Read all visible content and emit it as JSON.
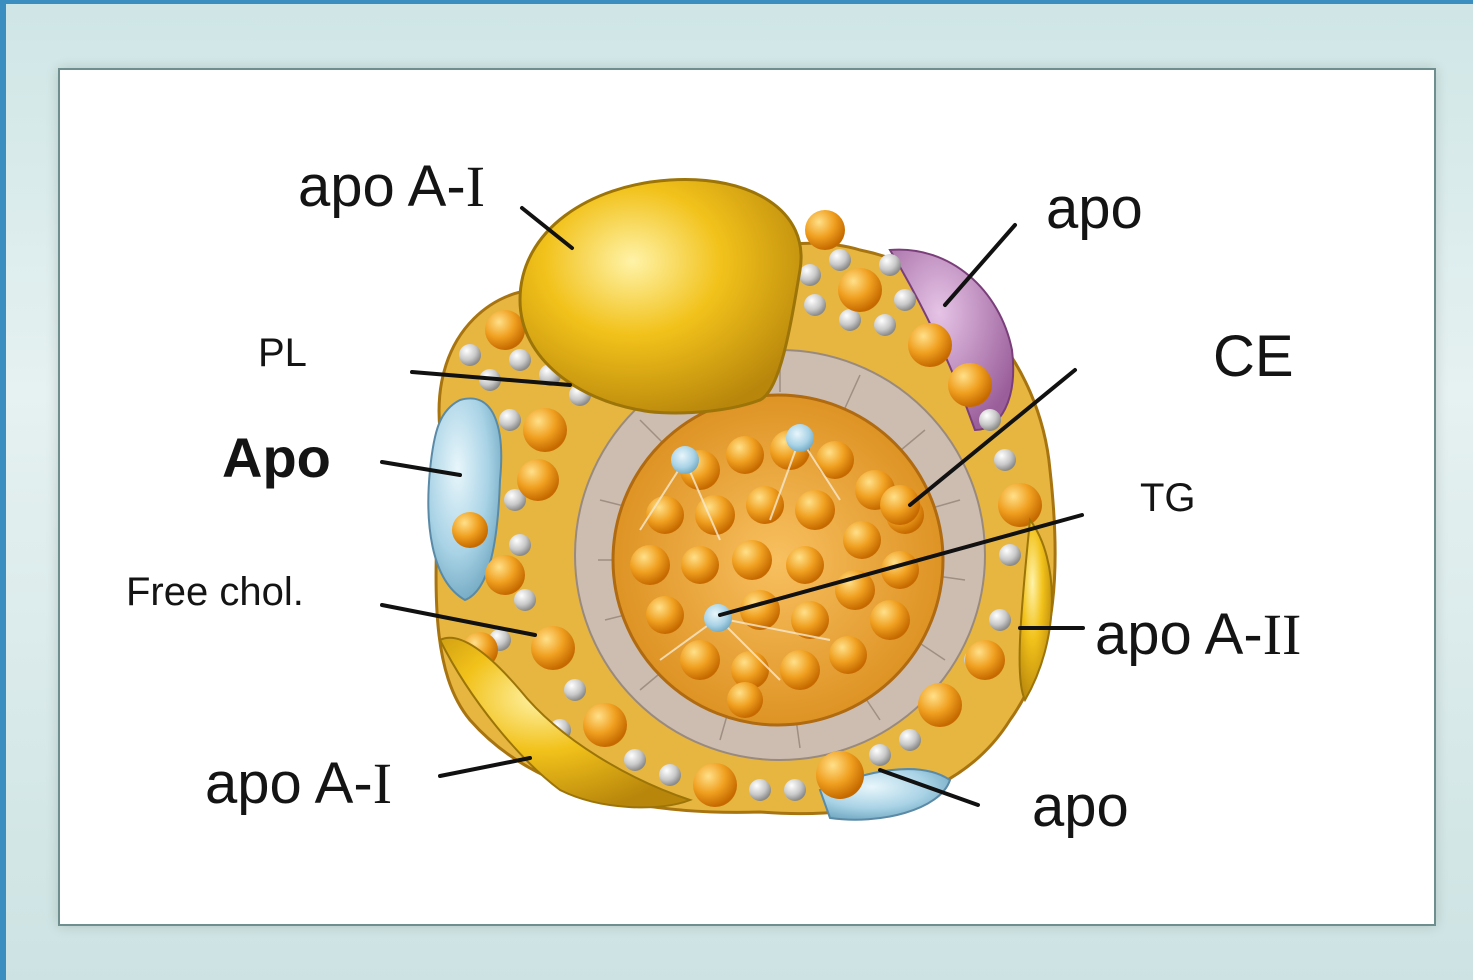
{
  "diagram": {
    "labels": {
      "apo_a1_top": {
        "prefix": "apo A-",
        "roman": "I"
      },
      "apo_top_right": "apo",
      "pl": "PL",
      "ce": "CE",
      "apo_bold": "Apo",
      "tg": "TG",
      "free_chol": "Free chol.",
      "apo_a2": {
        "prefix": "apo A-",
        "roman": "II"
      },
      "apo_a1_bottom": {
        "prefix": "apo A-",
        "roman": "I"
      },
      "apo_bottom_right": "apo"
    },
    "colors": {
      "background": "#d6eaea",
      "panel": "#ffffff",
      "frame_accent": "#3a8fc0",
      "apolipoprotein_yellow": "#f2c21b",
      "phospholipid_orange": "#f0a020",
      "phospholipid_grey": "#c9c9c9",
      "apo_blue": "#a9d3e6",
      "apo_purple": "#b07ab0",
      "leader_line": "#111111"
    }
  }
}
